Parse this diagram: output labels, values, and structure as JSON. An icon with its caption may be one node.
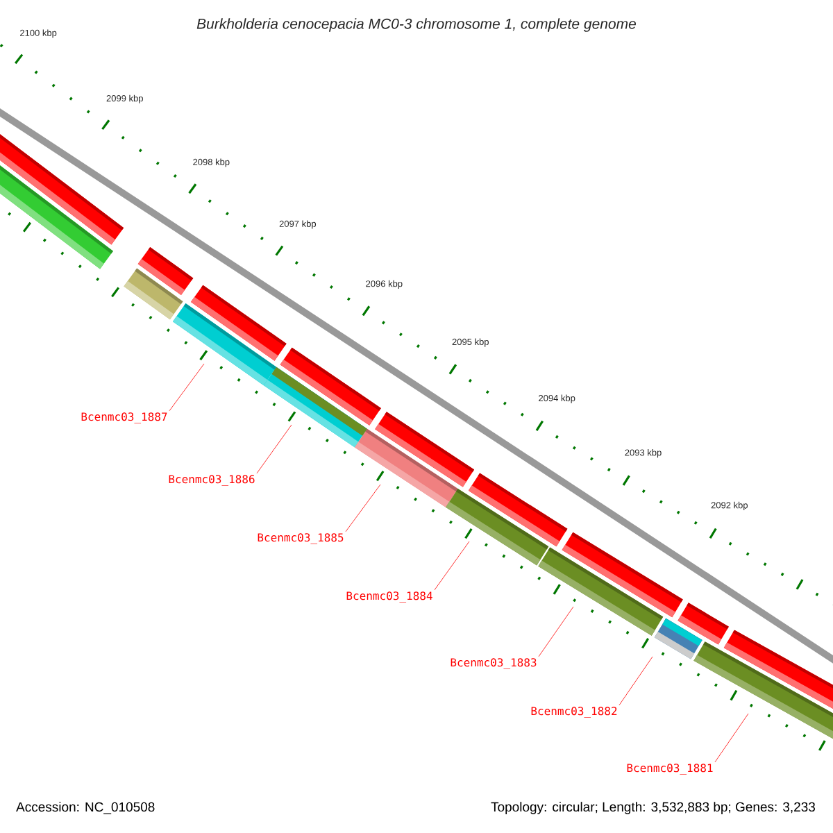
{
  "diagram": {
    "title": "Burkholderia cenocepacia MC0-3 chromosome 1, complete genome",
    "nodes": [
      {
        "text": [
          "Bcenmc03_1887"
        ]
      },
      {
        "text": [
          "Bcenmc03_1886"
        ]
      },
      {
        "text": [
          "Bcenmc03_1885"
        ]
      },
      {
        "text": [
          "Bcenmc03_1884"
        ]
      },
      {
        "text": [
          "Bcenmc03_1883"
        ]
      },
      {
        "text": [
          "Bcenmc03_1882"
        ]
      },
      {
        "text": [
          "Bcenmc03_1881"
        ]
      }
    ],
    "edges": [
      {
        "from": 0,
        "to": null,
        "arrow": "none"
      },
      {
        "from": 1,
        "to": null,
        "arrow": "none"
      },
      {
        "from": 2,
        "to": null,
        "arrow": "none"
      },
      {
        "from": 3,
        "to": null,
        "arrow": "none"
      },
      {
        "from": 4,
        "to": null,
        "arrow": "none"
      },
      {
        "from": 5,
        "to": null,
        "arrow": "none"
      },
      {
        "from": 6,
        "to": null,
        "arrow": "none"
      }
    ],
    "labels": [
      "2100 kbp",
      "2099 kbp",
      "2098 kbp",
      "2097 kbp",
      "2096 kbp",
      "2095 kbp",
      "2094 kbp",
      "2093 kbp",
      "2092 kbp",
      "Accession: NC_010508",
      "Topology: circular; Length: 3,532,883 bp; Genes: 3,233"
    ]
  }
}
